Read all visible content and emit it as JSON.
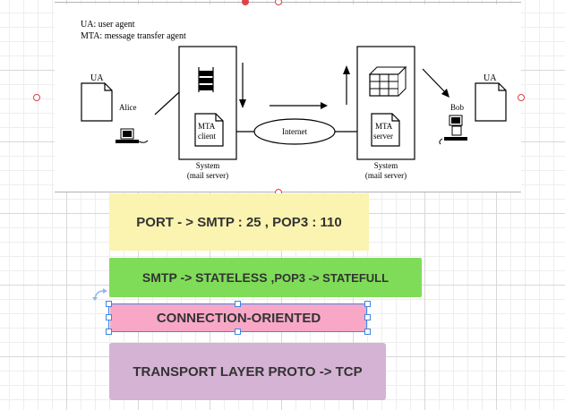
{
  "figure": {
    "legend_ua": "UA: user agent",
    "legend_mta": "MTA: message transfer agent",
    "left_ua": "UA",
    "right_ua": "UA",
    "alice": "Alice",
    "bob": "Bob",
    "mta_client_1": "MTA",
    "mta_client_2": "client",
    "mta_server_1": "MTA",
    "mta_server_2": "server",
    "internet": "Internet",
    "system_left_1": "System",
    "system_left_2": "(mail server)",
    "system_right_1": "System",
    "system_right_2": "(mail server)"
  },
  "notes": {
    "port": "PORT - > SMTP : 25 , POP3 : 110",
    "smtp_part": "SMTP -> STATELESS ,",
    "pop3_part": "POP3 -> STATEFULL",
    "connection": "CONNECTION-ORIENTED",
    "transport": "TRANSPORT LAYER PROTO -> TCP"
  },
  "colors": {
    "yellow": "#fbf3b0",
    "green": "#7fdc58",
    "pink": "#f8a8c6",
    "purple": "#d4b3d4",
    "selection": "#3c87e6",
    "handle": "#e0404a"
  }
}
